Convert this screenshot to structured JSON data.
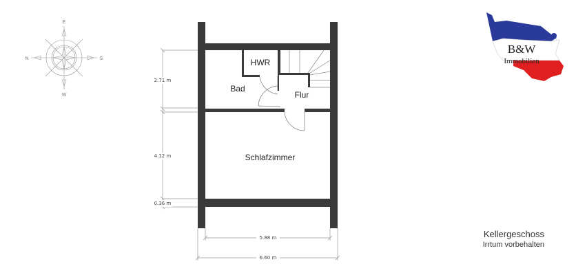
{
  "plan": {
    "rooms": {
      "hwr": "HWR",
      "bad": "Bad",
      "flur": "Flur",
      "schlafzimmer": "Schlafzimmer"
    },
    "dimensions": {
      "d1": "2.71 m",
      "d2": "4.12 m",
      "d3": "0.36 m",
      "inner_width": "5.88 m",
      "outer_width": "6.60 m"
    },
    "wall_color": "#3a3a3a"
  },
  "compass": {
    "top": "E",
    "left": "N",
    "right": "S",
    "bottom": "W"
  },
  "logo": {
    "text1": "B&W",
    "text2": "Immobilien",
    "colors": [
      "#2a3a9a",
      "#ffffff",
      "#e02020"
    ]
  },
  "caption": {
    "title": "Kellergeschoss",
    "note": "Irrtum vorbehalten"
  }
}
